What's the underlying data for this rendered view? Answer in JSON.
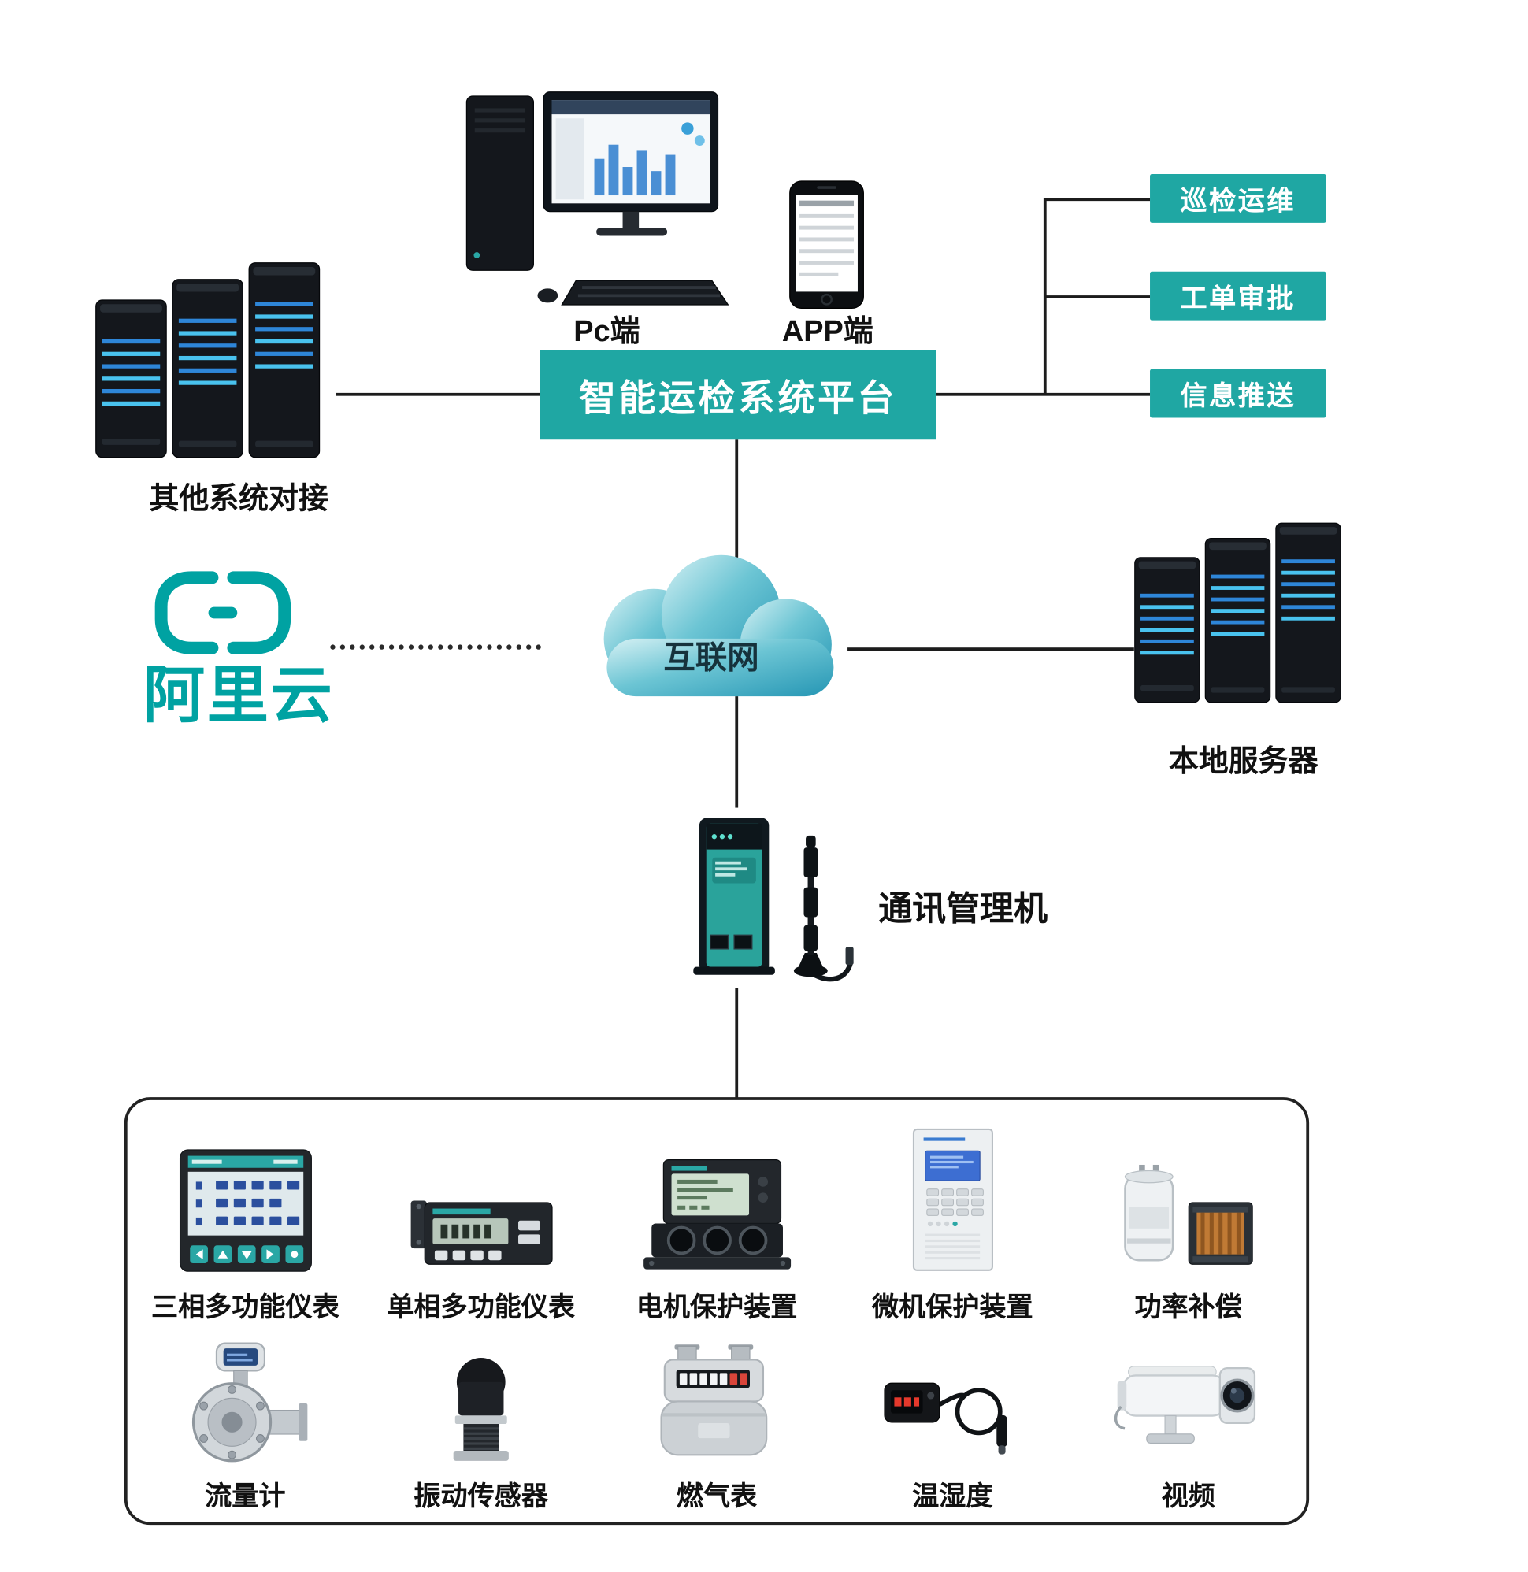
{
  "colors": {
    "teal": "#1fa7a3",
    "aliyun_teal": "#00a2a2",
    "line": "#1c1c1c",
    "cloud_blue": "#2f9fbd"
  },
  "platform": {
    "title": "智能运检系统平台"
  },
  "clients": {
    "pc_label": "Pc端",
    "app_label": "APP端"
  },
  "integration": {
    "other_systems_label": "其他系统对接"
  },
  "features": [
    {
      "label": "巡检运维"
    },
    {
      "label": "工单审批"
    },
    {
      "label": "信息推送"
    }
  ],
  "network": {
    "internet_label": "互联网",
    "aliyun_label": "阿里云",
    "local_server_label": "本地服务器"
  },
  "gateway": {
    "label": "通讯管理机"
  },
  "devices": {
    "row1": [
      {
        "label": "三相多功能仪表"
      },
      {
        "label": "单相多功能仪表"
      },
      {
        "label": "电机保护装置"
      },
      {
        "label": "微机保护装置"
      },
      {
        "label": "功率补偿"
      }
    ],
    "row2": [
      {
        "label": "流量计"
      },
      {
        "label": "振动传感器"
      },
      {
        "label": "燃气表"
      },
      {
        "label": "温湿度"
      },
      {
        "label": "视频"
      }
    ]
  }
}
